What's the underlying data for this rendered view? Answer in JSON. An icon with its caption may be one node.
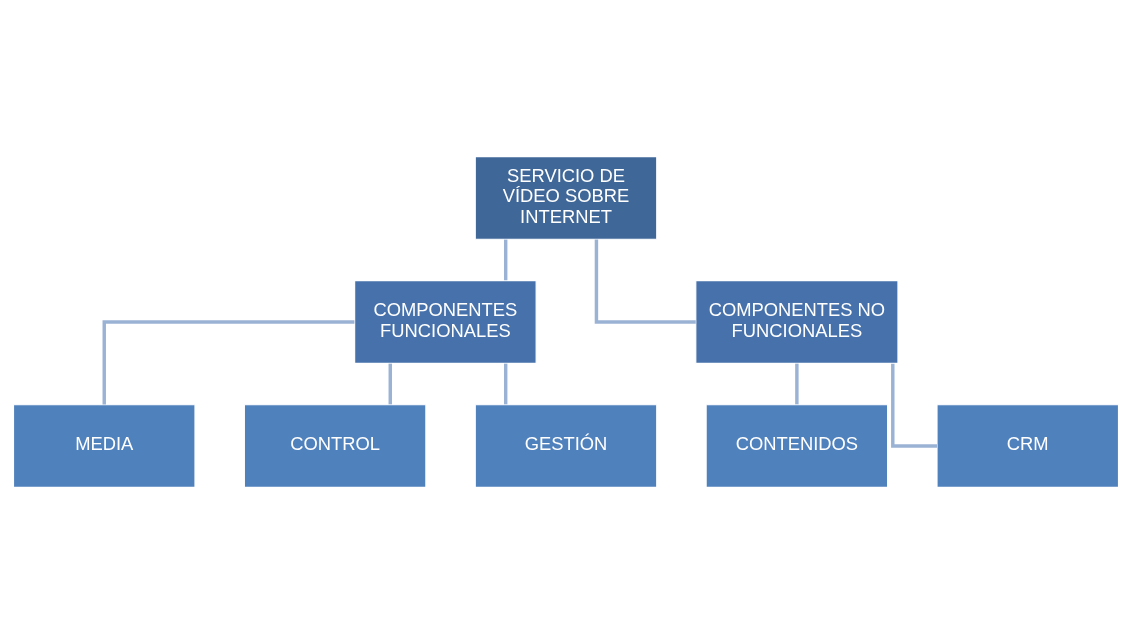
{
  "diagram": {
    "nodes": [
      {
        "text": [
          "SERVICIO DE VÍDEO SOBRE INTERNET"
        ]
      },
      {
        "text": [
          "COMPONENTES FUNCIONALES"
        ]
      },
      {
        "text": [
          "COMPONENTES NO FUNCIONALES"
        ]
      },
      {
        "text": [
          "MEDIA"
        ]
      },
      {
        "text": [
          "CONTROL"
        ]
      },
      {
        "text": [
          "GESTIÓN"
        ]
      },
      {
        "text": [
          "CONTENIDOS"
        ]
      },
      {
        "text": [
          "CRM"
        ]
      }
    ],
    "edges": [
      {
        "from": 0,
        "to": 1,
        "arrow": "none"
      },
      {
        "from": 0,
        "to": 2,
        "arrow": "none"
      },
      {
        "from": 1,
        "to": 3,
        "arrow": "none"
      },
      {
        "from": 1,
        "to": 4,
        "arrow": "none"
      },
      {
        "from": 1,
        "to": 5,
        "arrow": "none"
      },
      {
        "from": 2,
        "to": 6,
        "arrow": "none"
      },
      {
        "from": 2,
        "to": 7,
        "arrow": "none"
      }
    ]
  }
}
